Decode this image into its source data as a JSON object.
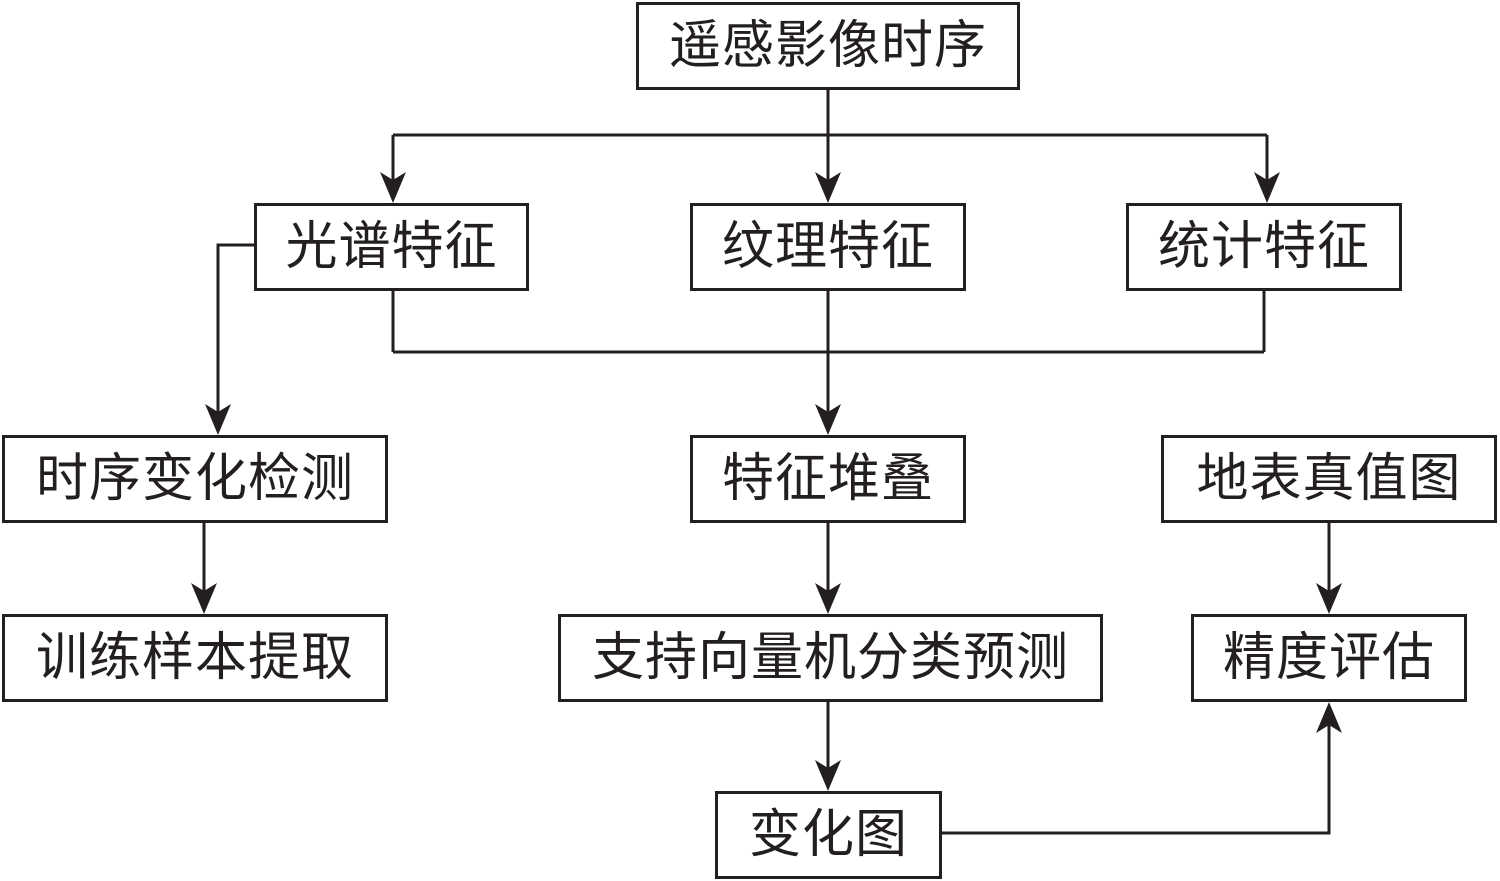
{
  "diagram": {
    "nodes": {
      "source": "遥感影像时序",
      "spectral": "光谱特征",
      "texture": "纹理特征",
      "statistical": "统计特征",
      "timeseries_detection": "时序变化检测",
      "feature_stack": "特征堆叠",
      "ground_truth": "地表真值图",
      "sample_extraction": "训练样本提取",
      "svm_prediction": "支持向量机分类预测",
      "accuracy": "精度评估",
      "change_map": "变化图"
    },
    "edges": [
      {
        "from": "source",
        "to": "spectral"
      },
      {
        "from": "source",
        "to": "texture"
      },
      {
        "from": "source",
        "to": "statistical"
      },
      {
        "from": "spectral",
        "to": "timeseries_detection"
      },
      {
        "from": "spectral",
        "to": "feature_stack"
      },
      {
        "from": "texture",
        "to": "feature_stack"
      },
      {
        "from": "statistical",
        "to": "feature_stack"
      },
      {
        "from": "timeseries_detection",
        "to": "sample_extraction"
      },
      {
        "from": "feature_stack",
        "to": "svm_prediction"
      },
      {
        "from": "svm_prediction",
        "to": "change_map"
      },
      {
        "from": "ground_truth",
        "to": "accuracy"
      },
      {
        "from": "change_map",
        "to": "accuracy"
      }
    ],
    "line_color": "#231f20"
  }
}
